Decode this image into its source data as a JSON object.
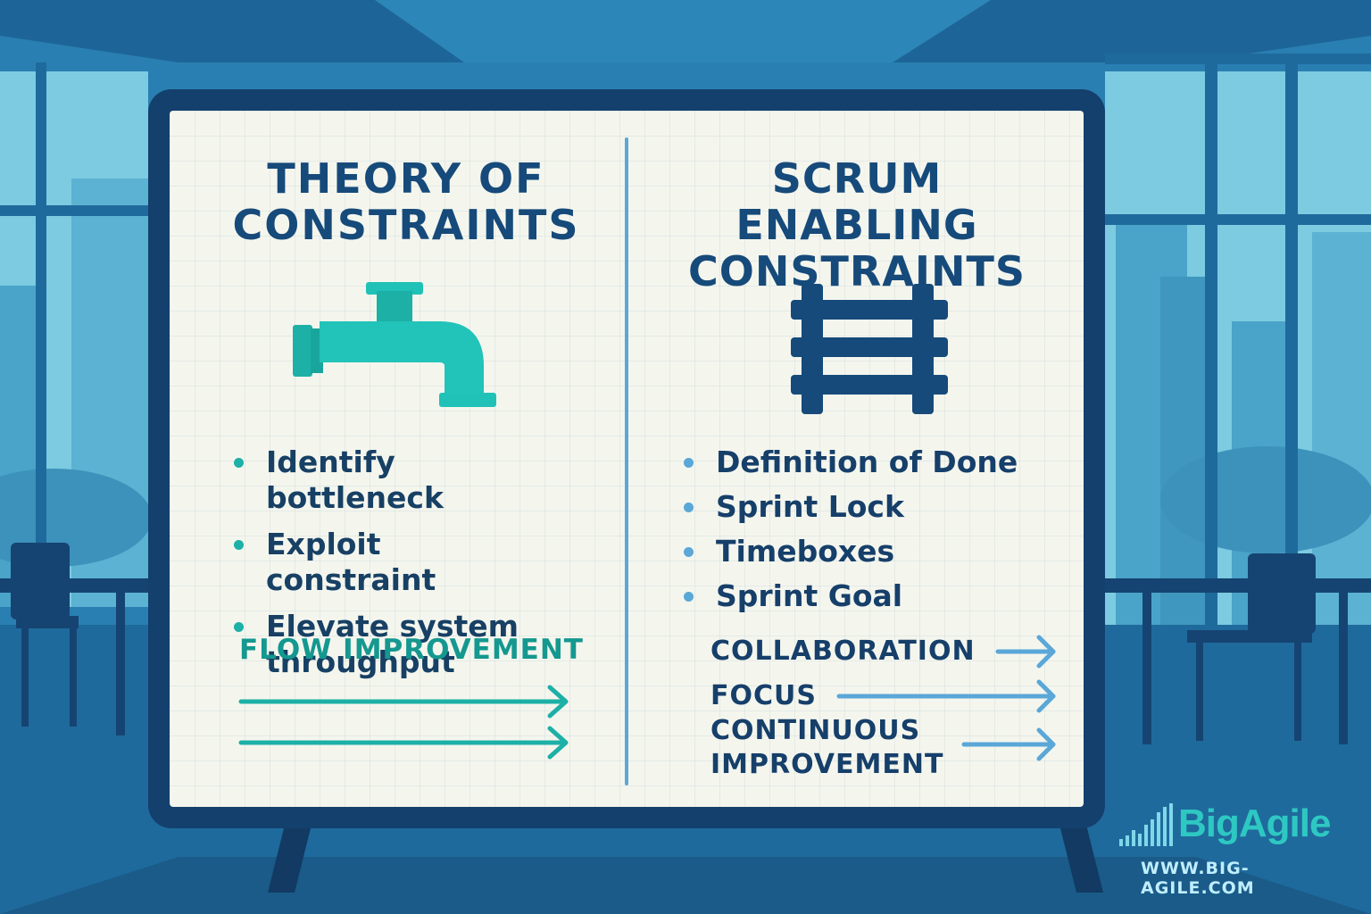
{
  "left_panel": {
    "title_line1": "THEORY OF",
    "title_line2": "CONSTRAINTS",
    "icon": "faucet-icon",
    "bullets": [
      "Identify bottleneck",
      "Exploit constraint",
      "Elevate system throughput"
    ],
    "flow_label": "FLOW IMPROVEMENT"
  },
  "right_panel": {
    "title_line1": "SCRUM ENABLING",
    "title_line2": "CONSTRAINTS",
    "icon": "fence-icon",
    "bullets": [
      "Definition of Done",
      "Sprint Lock",
      "Timeboxes",
      "Sprint Goal"
    ],
    "keywords": [
      "COLLABORATION",
      "FOCUS",
      "CONTINUOUS IMPROVEMENT"
    ]
  },
  "brand": {
    "name": "BigAgile",
    "url": "WWW.BIG-AGILE.COM"
  },
  "colors": {
    "navy": "#164a7a",
    "teal": "#1db0a6",
    "light_blue": "#5aa7d8",
    "background_blue": "#2e86b8"
  }
}
